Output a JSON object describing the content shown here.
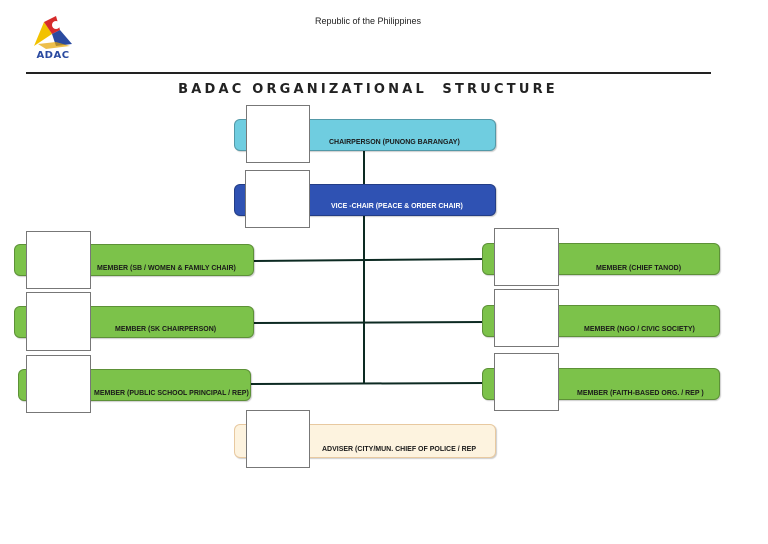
{
  "header": {
    "republic": "Republic of the Philippines",
    "logo_text": "ADAC",
    "title": "BADAC ORGANIZATIONAL  STRUCTURE"
  },
  "nodes": {
    "chairperson": "CHAIRPERSON (PUNONG BARANGAY)",
    "vice_chair": "VICE -CHAIR (PEACE & ORDER CHAIR)",
    "member_left_1": "MEMBER (SB / WOMEN & FAMILY CHAIR)",
    "member_left_2": "MEMBER (SK CHAIRPERSON)",
    "member_left_3": "MEMBER (PUBLIC SCHOOL PRINCIPAL / REP)",
    "member_right_1": "MEMBER (CHIEF TANOD)",
    "member_right_2": "MEMBER (NGO / CIVIC SOCIETY)",
    "member_right_3": "MEMBER (FAITH-BASED ORG. / REP )",
    "adviser": "ADVISER (CITY/MUN. CHIEF OF POLICE / REP"
  },
  "colors": {
    "chair": "#6fcde0",
    "vice": "#2f52b3",
    "member": "#7cc24a",
    "adviser": "#fdf3df"
  }
}
